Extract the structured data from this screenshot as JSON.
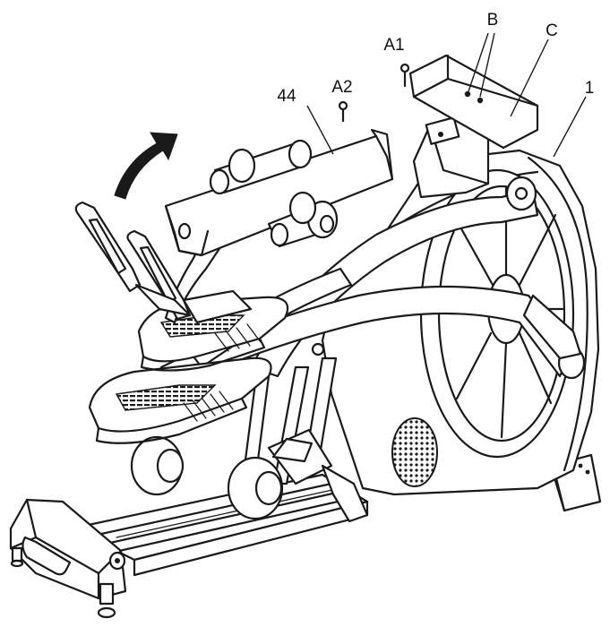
{
  "labels": {
    "part_44": "44",
    "part_a2": "A2",
    "part_a1": "A1",
    "part_b": "B",
    "part_c": "C",
    "part_1": "1"
  }
}
